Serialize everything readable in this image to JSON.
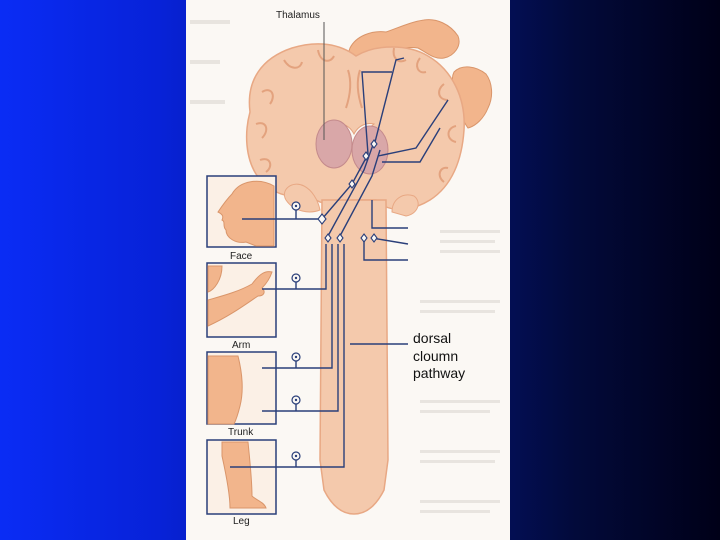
{
  "labels": {
    "thalamus": "Thalamus",
    "face": "Face",
    "arm": "Arm",
    "trunk": "Trunk",
    "leg": "Leg"
  },
  "annotation": {
    "line1": "dorsal",
    "line2": "cloumn",
    "line3": "pathway"
  },
  "colors": {
    "background_left": "#0a2cf5",
    "background_right": "#000018",
    "tissue": "#f4c9ac",
    "tissue_stroke": "#e8a884",
    "thalamus": "#d9a7a8",
    "nerve": "#2a3f7a"
  }
}
